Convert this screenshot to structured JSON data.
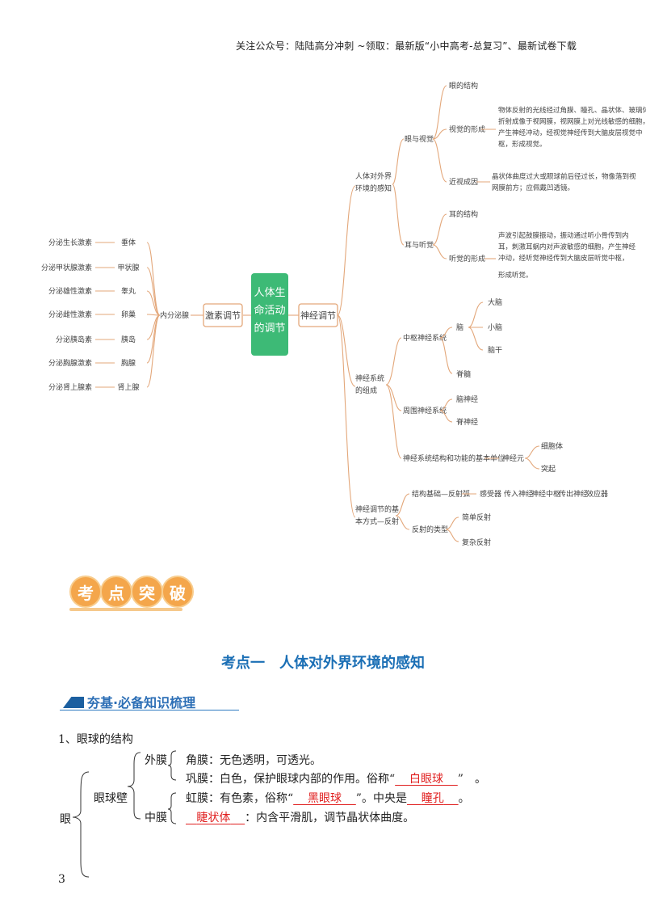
{
  "header": {
    "text": "关注公众号：陆陆高分冲刺  ~领取：最新版“小中高考-总复习”、最新试卷下载"
  },
  "mindmap": {
    "center": [
      "人体生",
      "命活动",
      "的调节"
    ],
    "left": {
      "hormone": "激素调节",
      "endocrine": "内分泌腺",
      "items": [
        {
          "hormone": "分泌生长激素",
          "gland": "垂体"
        },
        {
          "hormone": "分泌甲状腺激素",
          "gland": "甲状腺"
        },
        {
          "hormone": "分泌雄性激素",
          "gland": "睾丸"
        },
        {
          "hormone": "分泌雌性激素",
          "gland": "卵巢"
        },
        {
          "hormone": "分泌胰岛素",
          "gland": "胰岛"
        },
        {
          "hormone": "分泌胸腺激素",
          "gland": "胸腺"
        },
        {
          "hormone": "分泌肾上腺素",
          "gland": "肾上腺"
        }
      ]
    },
    "right": {
      "neural": "神经调节",
      "perception": [
        "人体对外界",
        "环境的感知"
      ],
      "eye_vision": "眼与视觉",
      "eye_structure": "眼的结构",
      "vision_formation": "视觉的形成",
      "vision_desc": [
        "物体反射的光线经过角膜、瞳孔、晶状体、玻璃体，",
        "折射成像于视网膜，视网膜上对光线敏感的细胞，",
        "产生神经冲动，经视觉神经传到大脑皮层视觉中",
        "枢，形成视觉。"
      ],
      "myopia": "近视成因",
      "myopia_desc": [
        "晶状体曲度过大或眼球前后径过长，物像落到视",
        "网膜前方；应佩戴凹透镜。"
      ],
      "ear_hearing": "耳与听觉",
      "ear_structure": "耳的结构",
      "hearing_formation": "听觉的形成",
      "hearing_desc": [
        "声波引起鼓膜振动，振动通过听小骨传到内",
        "耳，刺激耳蜗内对声波敏感的细胞，产生神经",
        "冲动，经听觉神经传到大脑皮层听觉中枢，",
        "形成听觉。"
      ],
      "ns": [
        "神经系统",
        "的组成"
      ],
      "cns": "中枢神经系统",
      "brain": "脑",
      "cerebrum": "大脑",
      "cerebellum": "小脑",
      "brainstem": "脑干",
      "spinal": "脊髓",
      "pns": "周围神经系统",
      "cranial": "脑神经",
      "spinal_nerve": "脊神经",
      "unit": "神经系统结构和功能的基本单位",
      "neuron": "神经元",
      "cell_body": "细胞体",
      "process": "突起",
      "reflex_way": [
        "神经调节的基",
        "本方式—反射"
      ],
      "reflex_arc": "结构基础—反射弧",
      "arc_parts": [
        "感受器",
        "传入神经",
        "神经中枢",
        "传出神经",
        "效应器"
      ],
      "reflex_types": "反射的类型",
      "simple": "简单反射",
      "complex": "复杂反射"
    }
  },
  "badge": [
    "考",
    "点",
    "突",
    "破"
  ],
  "topic_title": "考点一　人体对外界环境的感知",
  "section_title": "夯基·必备知识梳理",
  "content": {
    "item1": "1、眼球的结构",
    "eye": "眼",
    "wall": "眼球壁",
    "outer": "外膜",
    "middle": "中膜",
    "cornea": "角膜：无色透明，可透光。",
    "sclera_pre": "巩膜：白色，保护眼球内部的作用。俗称“",
    "sclera_fill": "白眼球",
    "sclera_post": "”　。",
    "iris_pre": "虹膜：有色素，俗称“",
    "iris_fill": "黑眼球",
    "iris_mid": "”。中央是",
    "iris_fill2": "瞳孔",
    "iris_post": "。",
    "ciliary_fill": "睫状体",
    "ciliary_post": "：内含平滑肌，调节晶状体曲度。"
  },
  "page_number": "3"
}
